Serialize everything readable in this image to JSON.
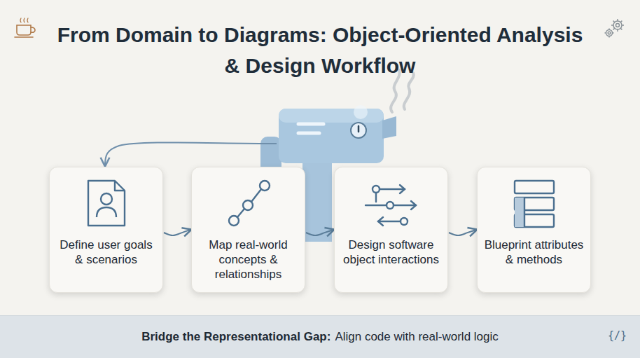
{
  "diagram": {
    "title": "From Domain to Diagrams: Object-Oriented Analysis & Design Workflow",
    "nodes": [
      {
        "text": [
          "Define user goals & scenarios"
        ]
      },
      {
        "text": [
          "Map real-world concepts & relationships"
        ]
      },
      {
        "text": [
          "Design software object interactions"
        ]
      },
      {
        "text": [
          "Blueprint attributes & methods"
        ]
      },
      {
        "text": [
          "Bridge the Representational Gap:",
          "Align code with real-world logic"
        ]
      }
    ],
    "edges": [
      {
        "from": 0,
        "to": 1,
        "arrow": "to"
      },
      {
        "from": 1,
        "to": 2,
        "arrow": "to"
      },
      {
        "from": 2,
        "to": 3,
        "arrow": "to"
      }
    ],
    "labels": [
      "{/}"
    ]
  }
}
